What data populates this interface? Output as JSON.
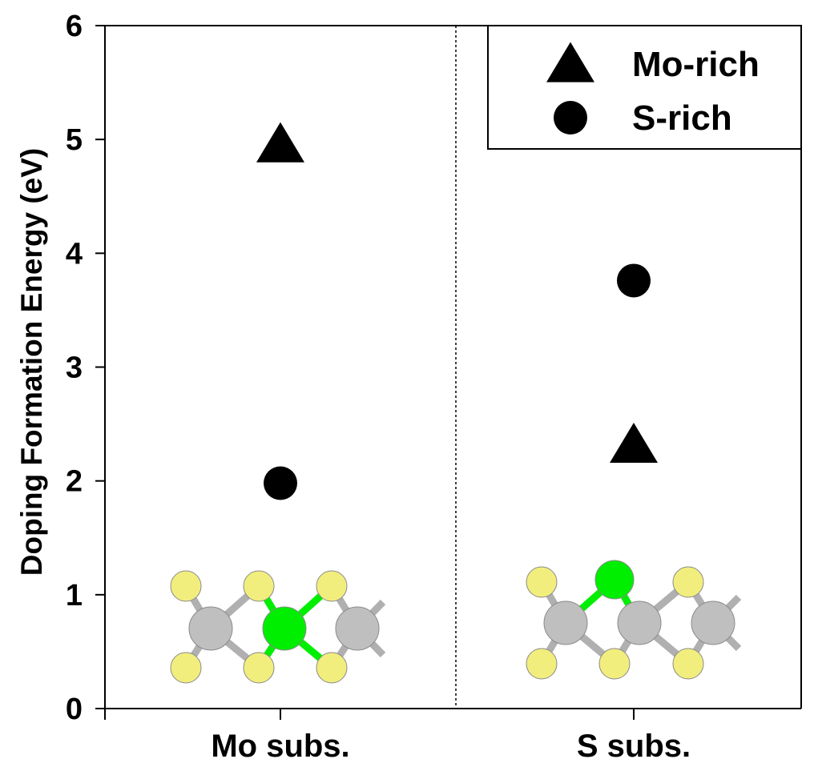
{
  "chart_data": {
    "type": "scatter",
    "categories": [
      "Mo subs.",
      "S subs."
    ],
    "ylabel": "Doping Formation Energy (eV)",
    "ylim": [
      0,
      6
    ],
    "yticks": [
      0,
      1,
      2,
      3,
      4,
      5,
      6
    ],
    "legend_position": "top-right",
    "series": [
      {
        "name": "Mo-rich",
        "marker": "triangle",
        "color": "#000000",
        "values": [
          4.93,
          2.29
        ]
      },
      {
        "name": "S-rich",
        "marker": "circle",
        "color": "#000000",
        "values": [
          1.98,
          3.76
        ]
      }
    ],
    "atom_colors": {
      "sulfur": "#f2ee7e",
      "molybdenum": "#bfbfbf",
      "dopant": "#00ee00",
      "bond": "#b0b0b0"
    }
  }
}
